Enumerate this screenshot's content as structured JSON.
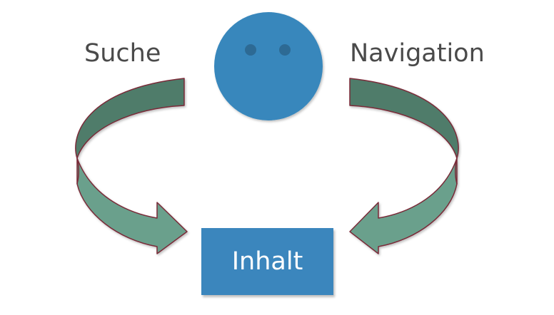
{
  "diagram": {
    "search_label": "Suche",
    "navigation_label": "Navigation",
    "content_label": "Inhalt",
    "colors": {
      "face": "#3887bc",
      "eyes": "#2d6a94",
      "arrow_fill_dark": "#4f7c6a",
      "arrow_fill_light": "#6aa08c",
      "arrow_outline": "#7a2a38",
      "content_box": "#3b86bd",
      "label_text": "#4a4a4a"
    }
  }
}
